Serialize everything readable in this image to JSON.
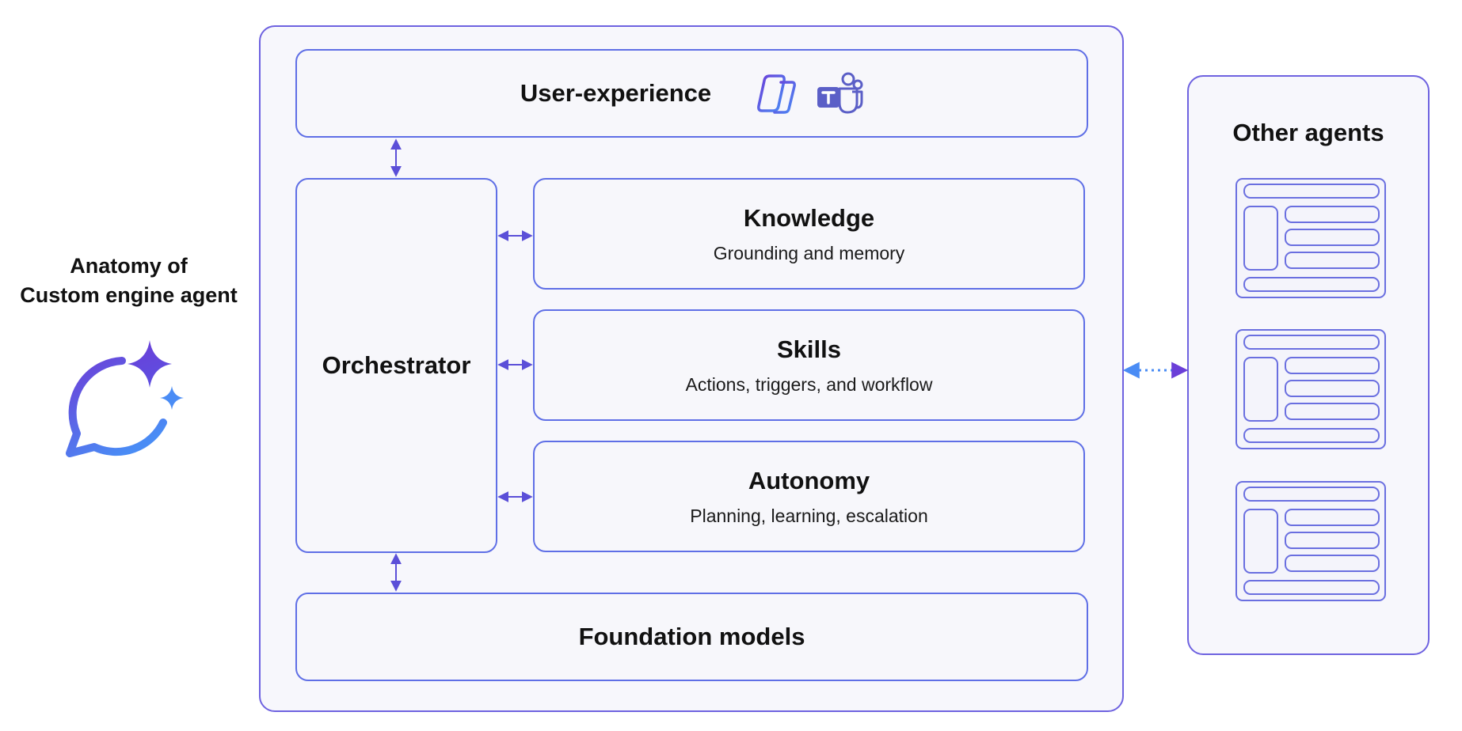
{
  "title": {
    "line1": "Anatomy of",
    "line2": "Custom engine agent"
  },
  "user_experience": {
    "label": "User-experience"
  },
  "orchestrator": {
    "label": "Orchestrator"
  },
  "knowledge": {
    "label": "Knowledge",
    "description": "Grounding and memory"
  },
  "skills": {
    "label": "Skills",
    "description": "Actions, triggers, and workflow"
  },
  "autonomy": {
    "label": "Autonomy",
    "description": "Planning, learning, escalation"
  },
  "foundation_models": {
    "label": "Foundation models"
  },
  "other_agents": {
    "label": "Other agents",
    "card_count": 3
  },
  "icons": [
    "copilot-icon",
    "teams-icon",
    "custom-engine-agent-icon"
  ],
  "colors": {
    "border": "#6a6fe0",
    "accent_purple": "#6b3fd8",
    "accent_blue": "#4a8cf5",
    "teams": "#5b5fc7"
  }
}
